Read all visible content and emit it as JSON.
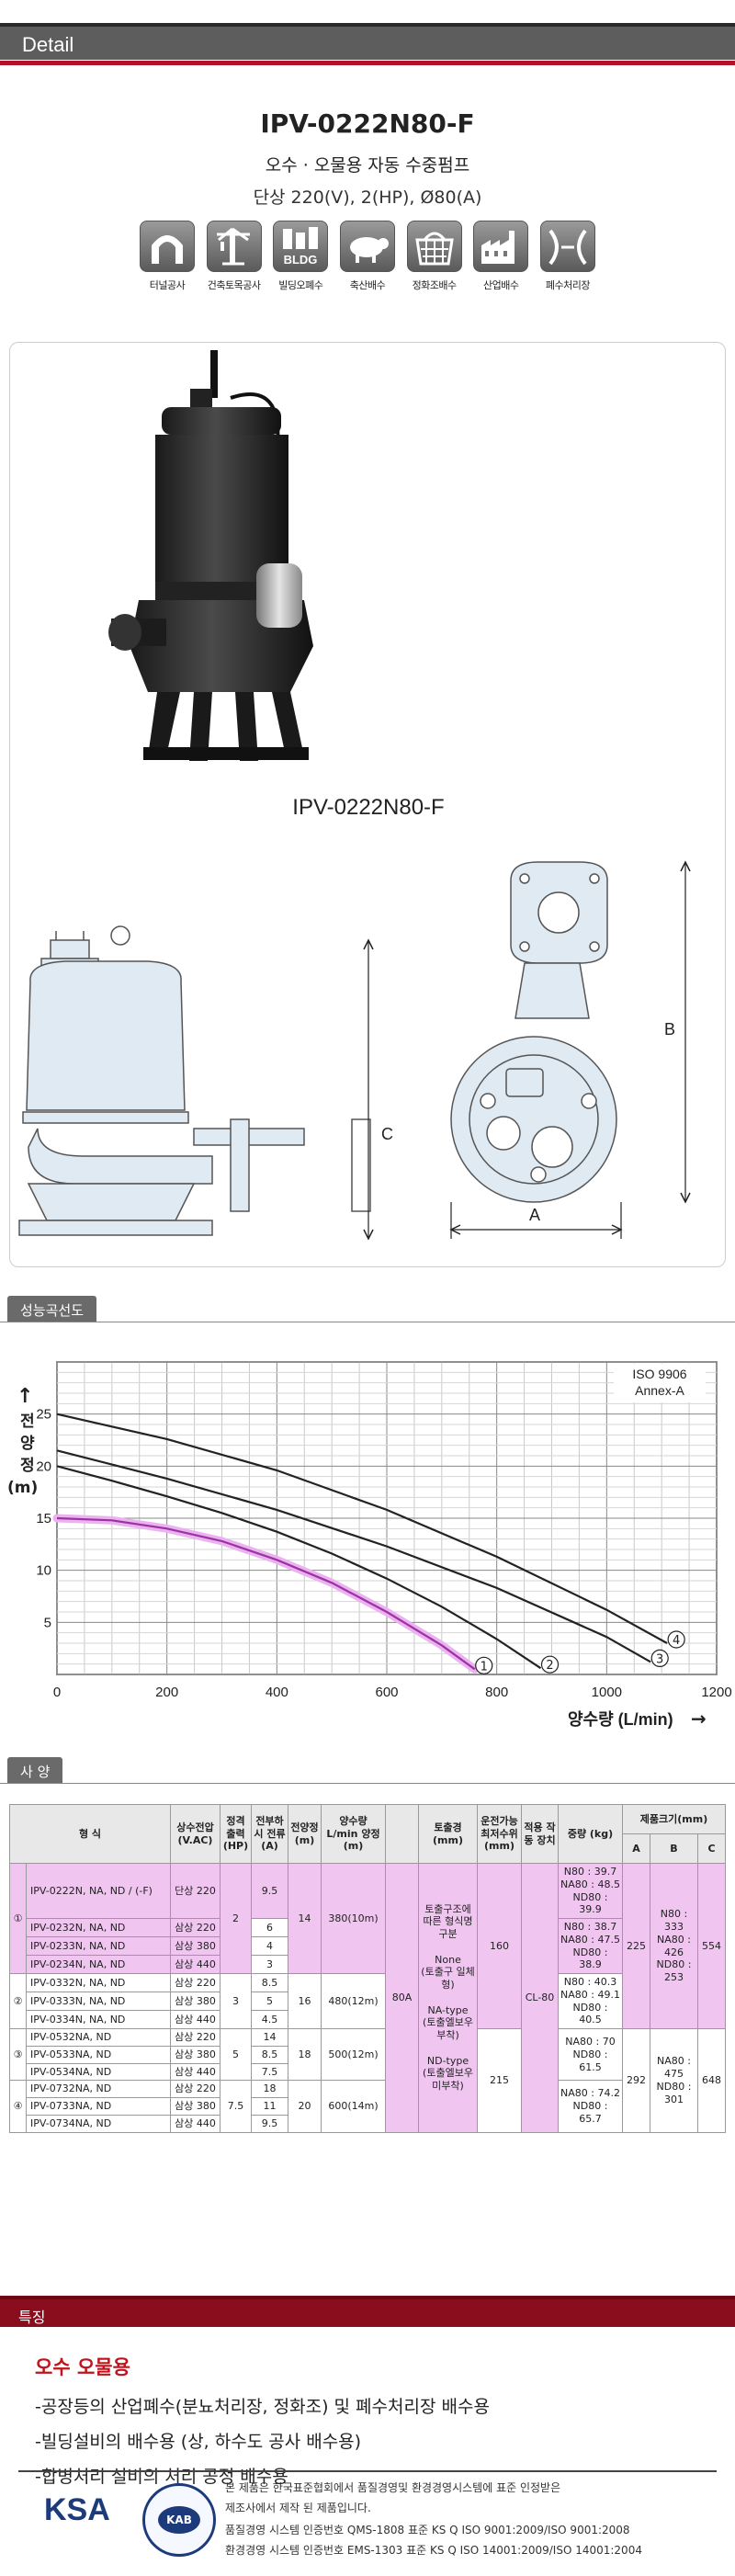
{
  "header": {
    "title": "Detail"
  },
  "product": {
    "model": "IPV-0222N80-F",
    "subtitle": "오수 · 오물용 자동 수중펌프",
    "spec_line": "단상 220(V), 2(HP), Ø80(A)",
    "caption": "IPV-0222N80-F"
  },
  "applications": [
    {
      "label": "터널공사",
      "icon": "tunnel-icon"
    },
    {
      "label": "건축토목공사",
      "icon": "construction-icon"
    },
    {
      "label": "빌딩오폐수",
      "icon": "building-icon",
      "badge": "BLDG"
    },
    {
      "label": "축산배수",
      "icon": "livestock-icon"
    },
    {
      "label": "정화조배수",
      "icon": "septic-icon"
    },
    {
      "label": "산업배수",
      "icon": "industry-icon"
    },
    {
      "label": "폐수처리장",
      "icon": "wastewater-icon"
    }
  ],
  "drawing": {
    "label_a": "A",
    "label_b": "B",
    "label_c": "C"
  },
  "performance": {
    "tab": "성능곡선도",
    "ylabel": "전양정(m)",
    "xlabel": "양수량 (L/min)",
    "note_line1": "ISO  9906",
    "note_line2": "Annex-A"
  },
  "chart_data": {
    "type": "line",
    "title": "성능곡선도",
    "xlabel": "양수량 (L/min)",
    "ylabel": "전양정(m)",
    "xlim": [
      0,
      1200
    ],
    "ylim": [
      0,
      30
    ],
    "x_ticks": [
      0,
      200,
      400,
      600,
      800,
      1000,
      1200
    ],
    "y_ticks": [
      5,
      10,
      15,
      20,
      25
    ],
    "grid": true,
    "series": [
      {
        "name": "①",
        "x": [
          0,
          100,
          200,
          300,
          400,
          500,
          600,
          700,
          760
        ],
        "y": [
          15,
          14.8,
          14,
          12.8,
          11,
          8.8,
          6,
          2.8,
          0.5
        ],
        "color": "#a030a8",
        "highlight": true
      },
      {
        "name": "②",
        "x": [
          0,
          100,
          200,
          300,
          400,
          500,
          600,
          700,
          800,
          880
        ],
        "y": [
          20,
          18.6,
          17.1,
          15.5,
          13.7,
          11.6,
          9.2,
          6.5,
          3.4,
          0.6
        ],
        "color": "#222222"
      },
      {
        "name": "③",
        "x": [
          0,
          200,
          400,
          600,
          800,
          1000,
          1080
        ],
        "y": [
          21.5,
          18.8,
          15.8,
          12.3,
          8.3,
          3.6,
          1.2
        ],
        "color": "#222222"
      },
      {
        "name": "④",
        "x": [
          0,
          200,
          400,
          600,
          800,
          1000,
          1110
        ],
        "y": [
          25,
          22.6,
          19.6,
          15.8,
          11.3,
          6.2,
          3
        ],
        "color": "#222222"
      }
    ]
  },
  "spec": {
    "tab": "사 양",
    "headers": {
      "model": "형 식",
      "voltage": "상수전압 (V.AC)",
      "output": "정격 출력 (HP)",
      "current": "전부하시 전류(A)",
      "head": "전양정 (m)",
      "flow": "양수량 L/min 양정(m)",
      "outlet": "토출경 (mm)",
      "min_water": "운전가능 최저수위 (mm)",
      "device": "적용 작동 장치",
      "weight": "중량 (kg)",
      "size": "제품크기(mm)",
      "a": "A",
      "b": "B",
      "c": "C"
    },
    "groups": [
      {
        "num": "①",
        "hp": "2",
        "head": "14",
        "flow": "380(10m)",
        "rows": [
          {
            "model": "IPV-0222N, NA, ND / (-F)",
            "volt": "단상 220",
            "amp": "9.5"
          },
          {
            "model": "IPV-0232N, NA, ND",
            "volt": "삼상 220",
            "amp": "6"
          },
          {
            "model": "IPV-0233N, NA, ND",
            "volt": "삼상 380",
            "amp": "4"
          },
          {
            "model": "IPV-0234N, NA, ND",
            "volt": "삼상 440",
            "amp": "3"
          }
        ],
        "weight1": "N80 : 39.7\nNA80 : 48.5\nND80 : 39.9",
        "weight2": "N80 : 38.7\nNA80 : 47.5\nND80 : 38.9"
      },
      {
        "num": "②",
        "hp": "3",
        "head": "16",
        "flow": "480(12m)",
        "rows": [
          {
            "model": "IPV-0332N, NA, ND",
            "volt": "삼상 220",
            "amp": "8.5"
          },
          {
            "model": "IPV-0333N, NA, ND",
            "volt": "삼상 380",
            "amp": "5"
          },
          {
            "model": "IPV-0334N, NA, ND",
            "volt": "삼상 440",
            "amp": "4.5"
          }
        ],
        "weight": "N80 : 40.3\nNA80 : 49.1\nND80 : 40.5"
      },
      {
        "num": "③",
        "hp": "5",
        "head": "18",
        "flow": "500(12m)",
        "rows": [
          {
            "model": "IPV-0532NA, ND",
            "volt": "삼상 220",
            "amp": "14"
          },
          {
            "model": "IPV-0533NA, ND",
            "volt": "삼상 380",
            "amp": "8.5"
          },
          {
            "model": "IPV-0534NA, ND",
            "volt": "삼상 440",
            "amp": "7.5"
          }
        ],
        "weight": "NA80 : 70\nND80 : 61.5"
      },
      {
        "num": "④",
        "hp": "7.5",
        "head": "20",
        "flow": "600(14m)",
        "rows": [
          {
            "model": "IPV-0732NA, ND",
            "volt": "삼상 220",
            "amp": "18"
          },
          {
            "model": "IPV-0733NA, ND",
            "volt": "삼상 380",
            "amp": "11"
          },
          {
            "model": "IPV-0734NA, ND",
            "volt": "삼상 440",
            "amp": "9.5"
          }
        ],
        "weight": "NA80 : 74.2\nND80 : 65.7"
      }
    ],
    "outlet": "80A",
    "outlet_note": "토출구조에 따른 형식명 구분\n\nNone\n(토출구 일체형)\n\nNA-type\n(토출엘보우 부착)\n\nND-type\n(토출엘보우 미부착)",
    "min_water_1": "160",
    "min_water_2": "215",
    "device": "CL-80",
    "size_a_1": "225",
    "size_b_1": "N80 :\n333\nNA80 :\n426\nND80 :\n253",
    "size_c_1": "554",
    "size_a_2": "292",
    "size_b_2": "NA80 :\n475\nND80 :\n301",
    "size_c_2": "648"
  },
  "features": {
    "bar": "특징",
    "heading": "오수 오물용",
    "items": [
      "-공장등의 산업폐수(분뇨처리장, 정화조) 및 폐수처리장 배수용",
      "-빌딩설비의 배수용 (상, 하수도 공사 배수용)",
      "-합병처리 설비의 처리 공정 배수용"
    ]
  },
  "cert": {
    "ksa": "KSA",
    "kab": "KAB",
    "line1": "본 제품은 한국표준협회에서 품질경영및 환경경영시스템에 표준 인정받은",
    "line2": "제조사에서 제작 된 제품입니다.",
    "line3": "품질경영 시스템 인증번호 QMS-1808 표준 KS Q ISO 9001:2009/ISO 9001:2008",
    "line4": "환경경영 시스템 인증번호 EMS-1303 표준 KS Q ISO 14001:2009/ISO 14001:2004"
  }
}
